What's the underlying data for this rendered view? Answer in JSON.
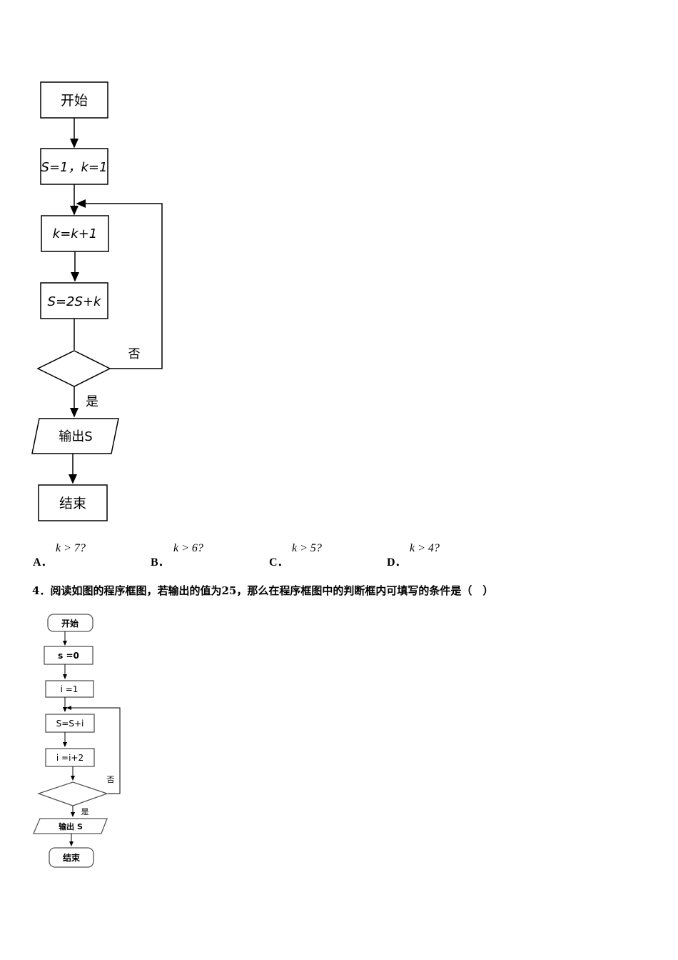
{
  "flowchart1": {
    "start": "开始",
    "init": "S=1，k=1",
    "step1": "k=k+1",
    "step2": "S=2S+k",
    "no_label": "否",
    "yes_label": "是",
    "output": "输出S",
    "end": "结束"
  },
  "options": [
    {
      "letter": "A．",
      "expr": "k > 7?"
    },
    {
      "letter": "B．",
      "expr": "k > 6?"
    },
    {
      "letter": "C．",
      "expr": "k > 5?"
    },
    {
      "letter": "D．",
      "expr": "k > 4?"
    }
  ],
  "question4": {
    "number": "4．",
    "text": "阅读如图的程序框图，若输出的值为25，那么在程序框图中的判断框内可填写的条件是（　）"
  },
  "flowchart2": {
    "start": "开始",
    "init1": "s =0",
    "init2": "i =1",
    "step1": "S=S+i",
    "step2": "i =i+2",
    "no_label": "否",
    "yes_label": "是",
    "output": "输出 S",
    "end": "结束"
  }
}
